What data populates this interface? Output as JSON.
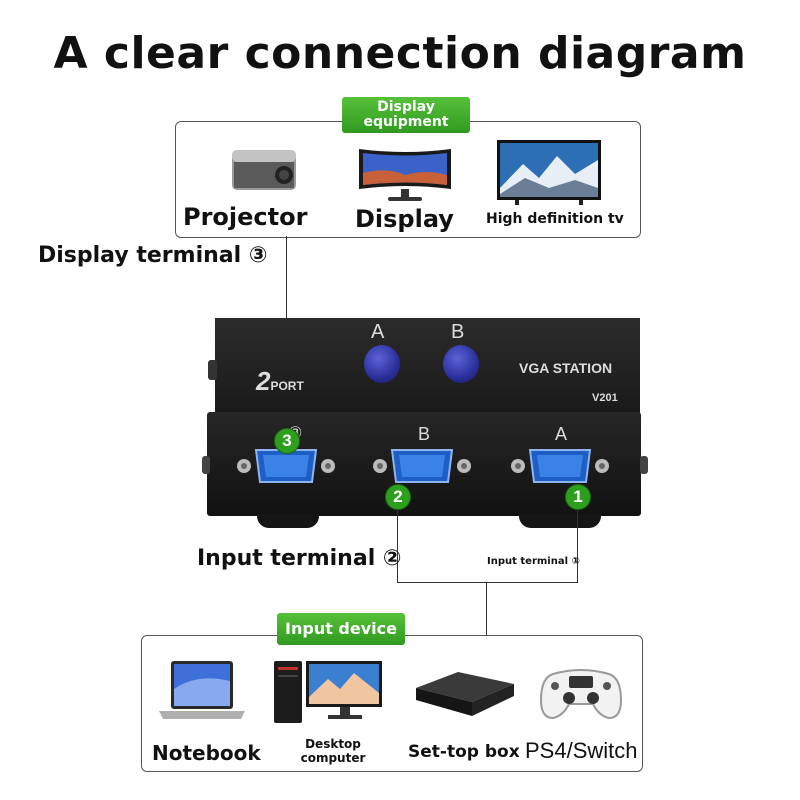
{
  "title": "A clear connection diagram",
  "display_section": {
    "tag": "Display equipment",
    "devices": [
      {
        "label": "Projector",
        "icon": "projector-icon"
      },
      {
        "label": "Display",
        "icon": "monitor-icon"
      },
      {
        "label": "High definition tv",
        "icon": "tv-icon"
      }
    ]
  },
  "display_terminal_label": "Display terminal ③",
  "switch": {
    "buttons": [
      "A",
      "B"
    ],
    "brand_digit": "2",
    "brand_word": "PORT",
    "model_name": "VGA STATION",
    "model_number": "V201",
    "ports": [
      {
        "label": "③",
        "number": "3"
      },
      {
        "label": "B",
        "number": "2"
      },
      {
        "label": "A",
        "number": "1"
      }
    ]
  },
  "input_terminal_label": "Input terminal ②",
  "input_terminal_small_label": "Input terminal ①",
  "input_section": {
    "tag": "Input device",
    "devices": [
      {
        "label": "Notebook",
        "icon": "laptop-icon"
      },
      {
        "label": "Desktop computer",
        "icon": "desktop-icon"
      },
      {
        "label": "Set-top box",
        "icon": "settop-box-icon"
      },
      {
        "label": "PS4/Switch",
        "icon": "gamepad-icon"
      }
    ]
  },
  "colors": {
    "tag_green": "#3aa62a",
    "port_blue": "#2a6fd6",
    "button_blue": "#2a2f9a",
    "device_body": "#222222"
  }
}
